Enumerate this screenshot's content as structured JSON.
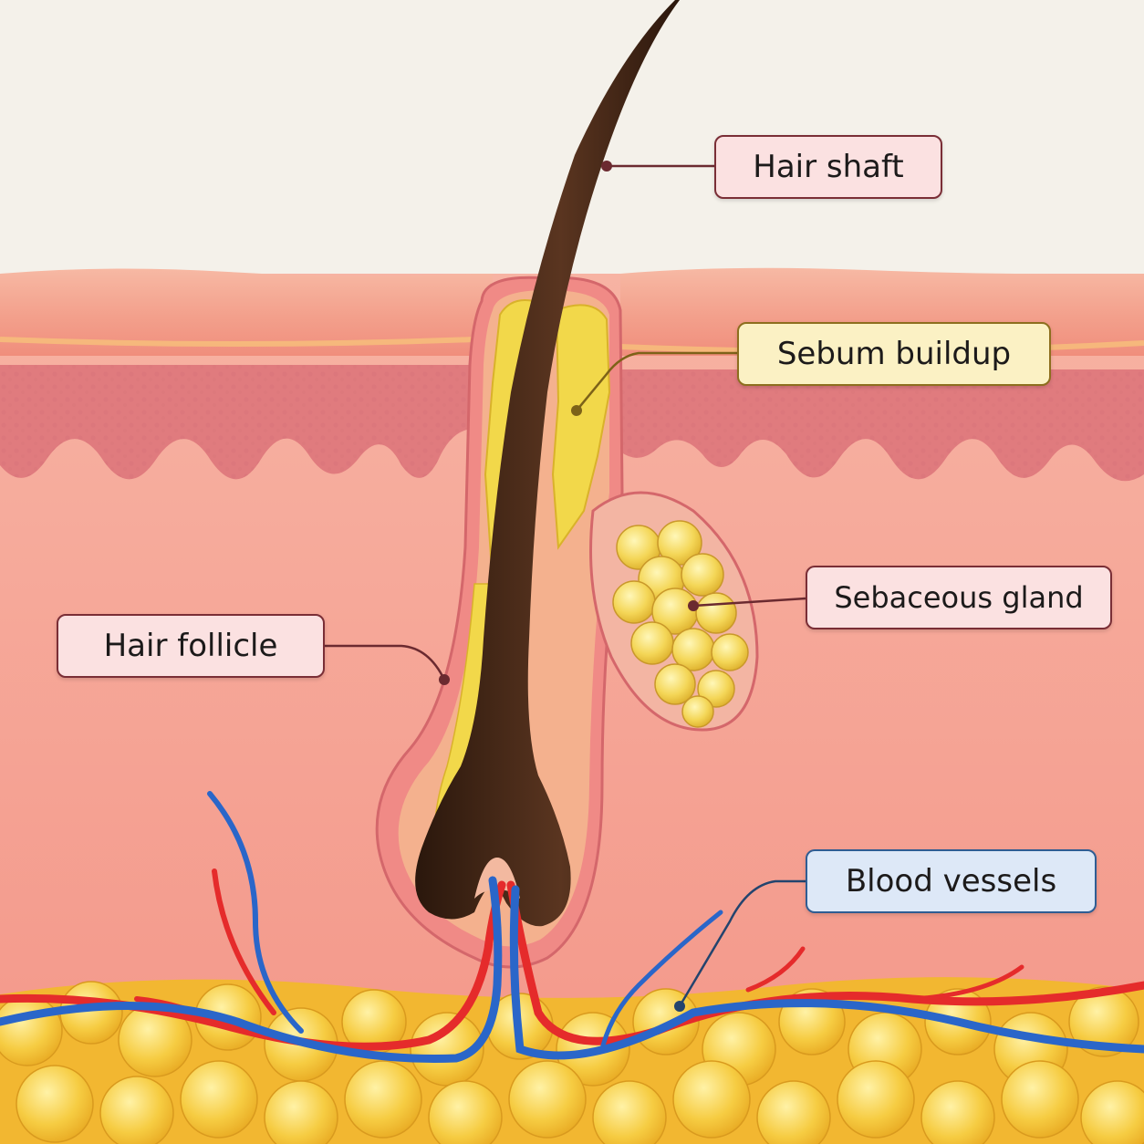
{
  "labels": {
    "hair_shaft": "Hair shaft",
    "sebum_buildup": "Sebum buildup",
    "sebaceous_gland": "Sebaceous gland",
    "hair_follicle": "Hair follicle",
    "blood_vessels": "Blood vessels"
  },
  "colors": {
    "background": "#f4f1ea",
    "epidermis": "#f3a593",
    "dermis": "#f6a99a",
    "fat": "#f6c93c",
    "hair": "#3a2113",
    "sebum": "#f0d84a",
    "artery": "#e52b2b",
    "vein": "#2a66c9",
    "label_pink_fill": "#fbe1e1",
    "label_yellow_fill": "#fbf1c4",
    "label_blue_fill": "#dde8f7"
  }
}
